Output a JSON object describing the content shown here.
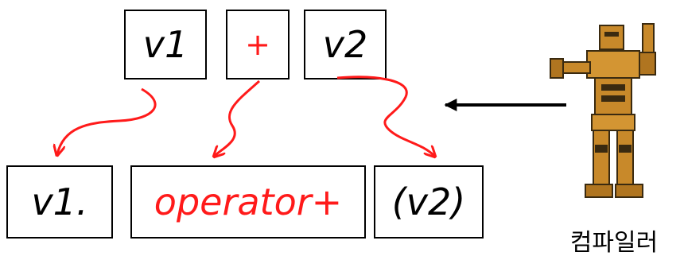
{
  "top_row": {
    "left": "v1",
    "middle": "+",
    "right": "v2"
  },
  "bottom_row": {
    "left": "v1.",
    "middle": "operator+",
    "right": "(v2)"
  },
  "caption": "컴파일러",
  "colors": {
    "red": "#ff1a1a",
    "black": "#000000",
    "robot_gold": "#c8892a",
    "robot_dark": "#3a2a10"
  },
  "icons": {
    "robot": "robot-icon"
  }
}
